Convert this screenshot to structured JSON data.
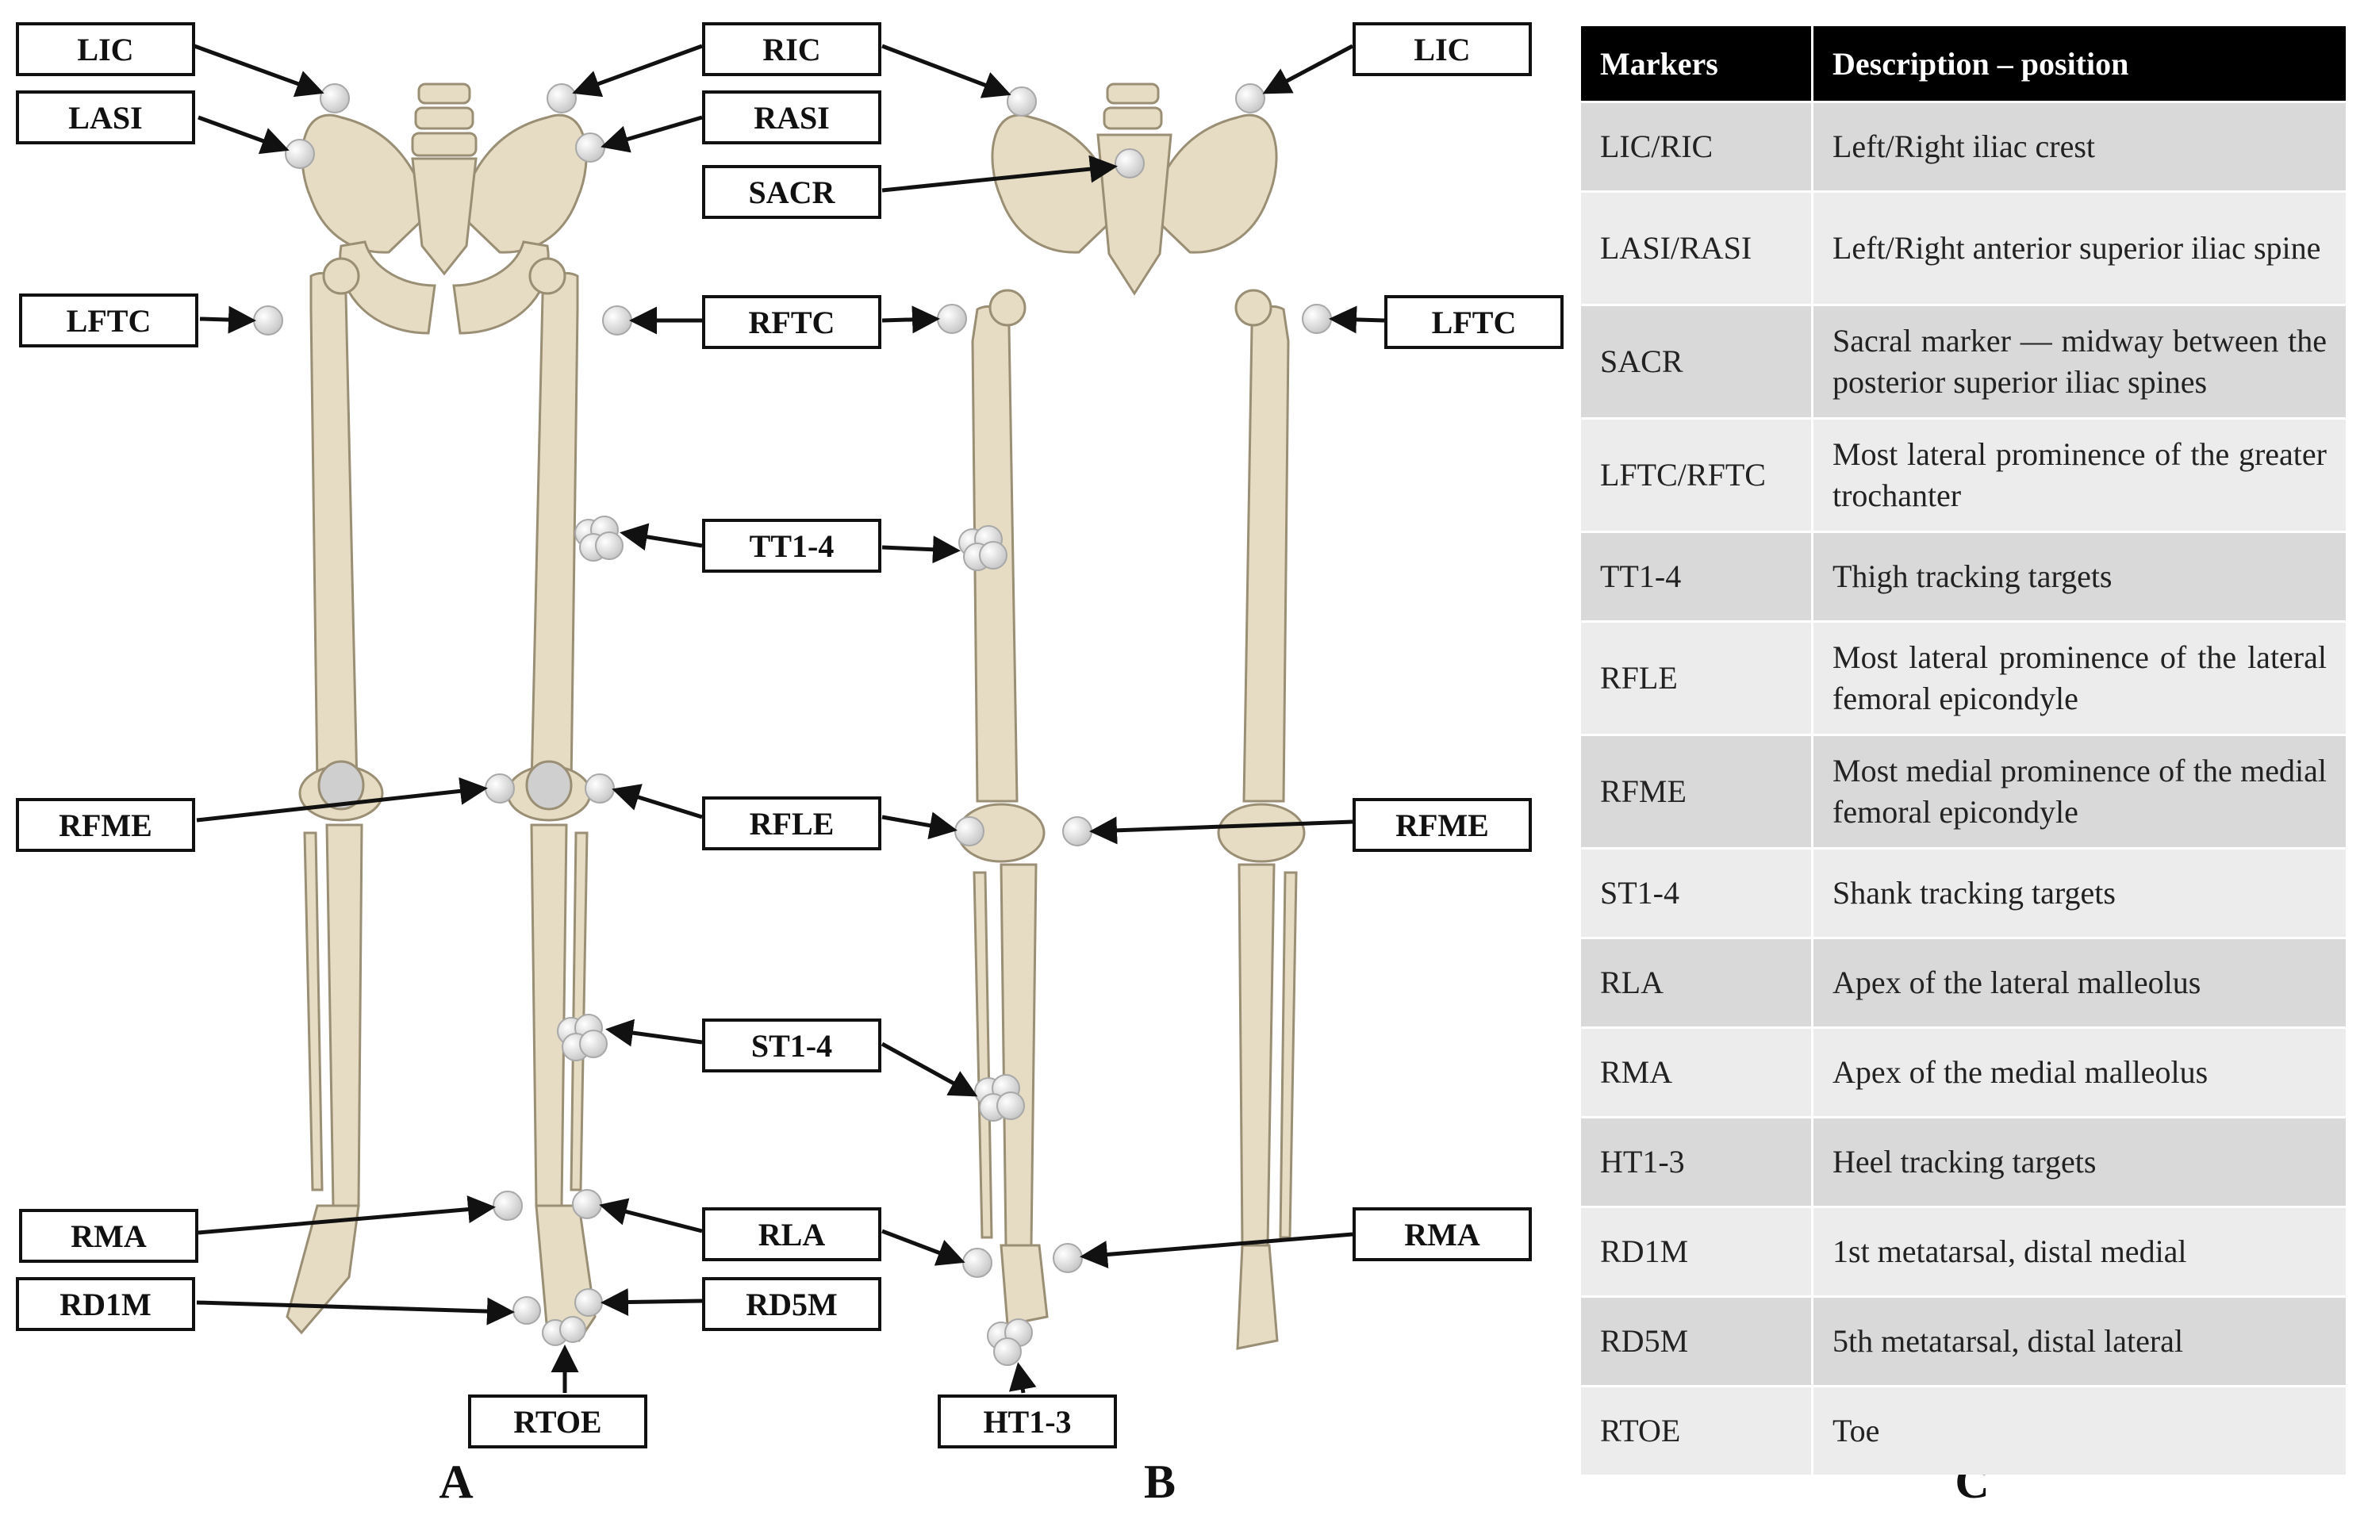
{
  "panels": {
    "a": "A",
    "b": "B",
    "c": "C"
  },
  "labels": {
    "a_lic": "LIC",
    "a_ric": "RIC",
    "a_lasi": "LASI",
    "a_rasi": "RASI",
    "a_sacr": "SACR",
    "a_lftc": "LFTC",
    "a_rftc": "RFTC",
    "a_tt": "TT1-4",
    "a_rfme": "RFME",
    "a_rfle": "RFLE",
    "a_st": "ST1-4",
    "a_rma": "RMA",
    "a_rla": "RLA",
    "a_rd1m": "RD1M",
    "a_rd5m": "RD5M",
    "a_rtoe": "RTOE",
    "b_lic": "LIC",
    "b_lftc": "LFTC",
    "b_rfme": "RFME",
    "b_rma": "RMA",
    "b_ht": "HT1-3"
  },
  "table": {
    "headers": [
      "Markers",
      "Description – position"
    ],
    "rows": [
      {
        "marker": "LIC/RIC",
        "description": "Left/Right iliac crest"
      },
      {
        "marker": "LASI/RASI",
        "description": "Left/Right anterior superior iliac spine"
      },
      {
        "marker": "SACR",
        "description": "Sacral marker — midway between the posterior superior iliac spines"
      },
      {
        "marker": "LFTC/RFTC",
        "description": "Most lateral prominence of the greater trochanter"
      },
      {
        "marker": "TT1-4",
        "description": "Thigh tracking targets"
      },
      {
        "marker": "RFLE",
        "description": "Most lateral prominence of the lateral femoral epicondyle"
      },
      {
        "marker": "RFME",
        "description": "Most medial prominence of the medial femoral epicondyle"
      },
      {
        "marker": "ST1-4",
        "description": "Shank tracking targets"
      },
      {
        "marker": "RLA",
        "description": "Apex of the lateral malleolus"
      },
      {
        "marker": "RMA",
        "description": "Apex of the medial malleolus"
      },
      {
        "marker": "HT1-3",
        "description": "Heel tracking targets"
      },
      {
        "marker": "RD1M",
        "description": "1st metatarsal, distal medial"
      },
      {
        "marker": "RD5M",
        "description": "5th metatarsal, distal lateral"
      },
      {
        "marker": "RTOE",
        "description": "Toe"
      }
    ]
  },
  "colors": {
    "bone": "#e6dcc3",
    "bone_outline": "#9a8f74",
    "marker": "#f2f2f2",
    "header_bg": "#000000"
  }
}
